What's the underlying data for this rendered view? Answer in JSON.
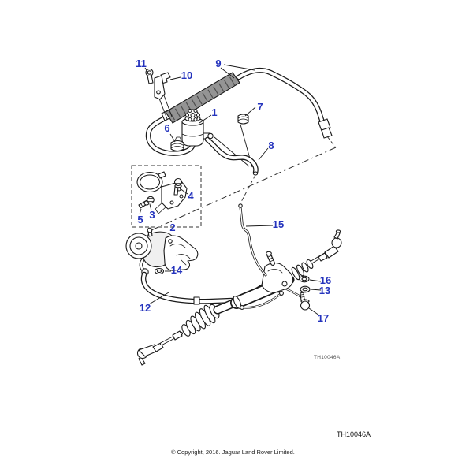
{
  "diagram": {
    "inline_ref": "TH10046A",
    "callouts": [
      {
        "num": "1"
      },
      {
        "num": "2"
      },
      {
        "num": "3"
      },
      {
        "num": "4"
      },
      {
        "num": "5"
      },
      {
        "num": "6"
      },
      {
        "num": "7"
      },
      {
        "num": "8"
      },
      {
        "num": "9"
      },
      {
        "num": "10"
      },
      {
        "num": "11"
      },
      {
        "num": "12"
      },
      {
        "num": "13"
      },
      {
        "num": "14"
      },
      {
        "num": "15"
      },
      {
        "num": "16"
      },
      {
        "num": "17"
      }
    ]
  },
  "footer": {
    "drawing_ref": "TH10046A",
    "copyright": "© Copyright, 2016. Jaguar Land Rover Limited."
  },
  "colors": {
    "callout_blue": "#2433bd",
    "line": "#1a1a1a",
    "background": "#ffffff"
  }
}
